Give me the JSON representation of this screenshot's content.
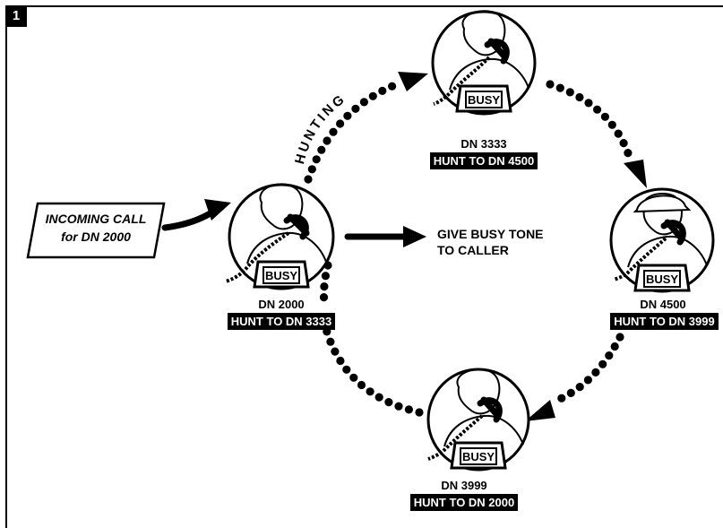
{
  "figure_number": "1",
  "incoming": {
    "line1": "INCOMING CALL",
    "line2": "for DN 2000"
  },
  "hunting_label": "HUNTING",
  "busy_tone": {
    "line1": "GIVE BUSY TONE",
    "line2": "TO CALLER"
  },
  "phones": [
    {
      "id": "dn2000",
      "busy": "BUSY",
      "dn": "DN 2000",
      "hunt": "HUNT TO DN 3333"
    },
    {
      "id": "dn3333",
      "busy": "BUSY",
      "dn": "DN 3333",
      "hunt": "HUNT TO DN 4500"
    },
    {
      "id": "dn4500",
      "busy": "BUSY",
      "dn": "DN 4500",
      "hunt": "HUNT TO DN 3999"
    },
    {
      "id": "dn3999",
      "busy": "BUSY",
      "dn": "DN 3999",
      "hunt": "HUNT TO DN 2000"
    }
  ],
  "colors": {
    "ink": "#000000",
    "paper": "#ffffff"
  }
}
